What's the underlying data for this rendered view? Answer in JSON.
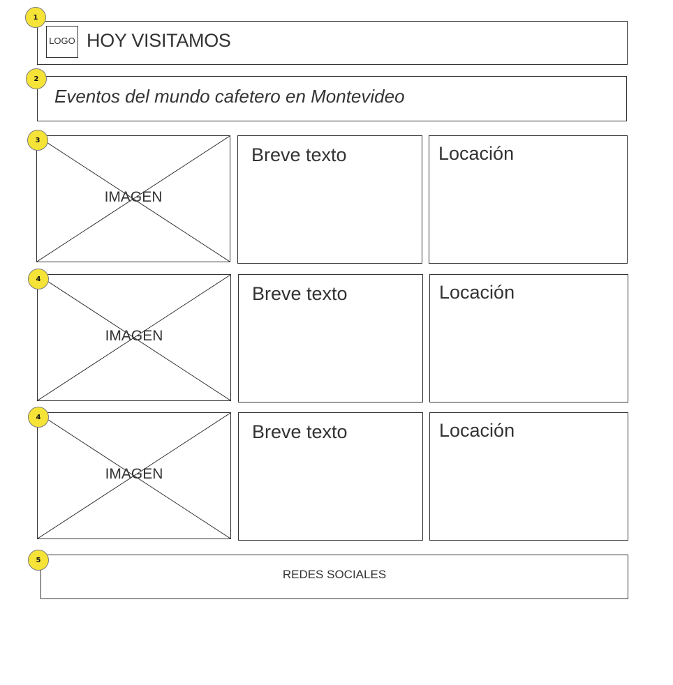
{
  "header": {
    "marker": "1",
    "logo_label": "LOGO",
    "title": "HOY VISITAMOS"
  },
  "subheader": {
    "marker": "2",
    "text": "Eventos del mundo cafetero en Montevideo"
  },
  "rows": [
    {
      "marker": "3",
      "image_label": "IMAGEN",
      "text": "Breve texto",
      "location": "Locación"
    },
    {
      "marker": "4",
      "image_label": "IMAGEN",
      "text": "Breve texto",
      "location": "Locación"
    },
    {
      "marker": "4",
      "image_label": "IMAGEN",
      "text": "Breve texto",
      "location": "Locación"
    }
  ],
  "footer": {
    "marker": "5",
    "label": "REDES SOCIALES"
  },
  "colors": {
    "marker_fill": "#f5e337",
    "stroke": "#333333"
  }
}
